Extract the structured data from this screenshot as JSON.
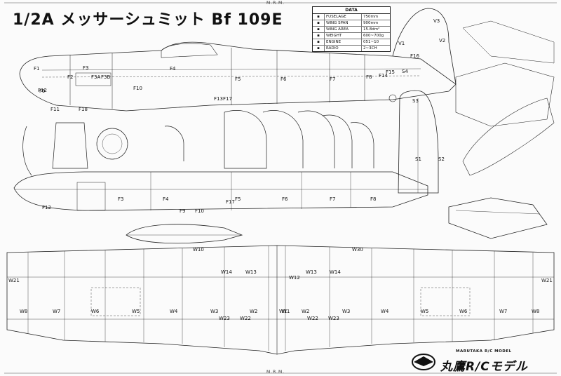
{
  "title": "1/2A メッサーシュミット Bf 109E",
  "mrm_label": "M.R.M.",
  "data_table": {
    "header": "DATA",
    "rows": [
      {
        "name": "FUSELAGE",
        "value": "750mm"
      },
      {
        "name": "WING SPAN",
        "value": "900mm"
      },
      {
        "name": "WING AREA",
        "value": "15.8dm²"
      },
      {
        "name": "WEIGHT",
        "value": "600~700g"
      },
      {
        "name": "ENGINE",
        "value": "051~10"
      },
      {
        "name": "RADIO",
        "value": "2~3CH"
      }
    ]
  },
  "fuselage_side_labels": [
    "F1",
    "F2",
    "F3",
    "F3A",
    "F3B",
    "F4",
    "F5",
    "F6",
    "F7",
    "F8",
    "F9",
    "F10",
    "F11",
    "F12",
    "F13",
    "F14",
    "F15",
    "F16",
    "F17",
    "F18"
  ],
  "fuselage_top_labels": [
    "F3",
    "F4",
    "F5",
    "F6",
    "F7",
    "F8",
    "F9",
    "F10",
    "F12",
    "F17"
  ],
  "tail_labels": [
    "V1",
    "V2",
    "V3",
    "S1",
    "S2",
    "S3",
    "S4"
  ],
  "wing_labels_left": [
    "W21",
    "W8",
    "W7",
    "W6",
    "W5",
    "W4",
    "W3",
    "W2",
    "W1",
    "W10",
    "W14",
    "W13",
    "W12",
    "W22",
    "W23"
  ],
  "wing_labels_right": [
    "W1",
    "W2",
    "W3",
    "W4",
    "W5",
    "W6",
    "W7",
    "W8",
    "W21",
    "W30",
    "W13",
    "W14",
    "W22",
    "W23"
  ],
  "brand_en": "MARUTAKA R/C MODEL",
  "brand_jp": "丸鷹R/Cモデル"
}
